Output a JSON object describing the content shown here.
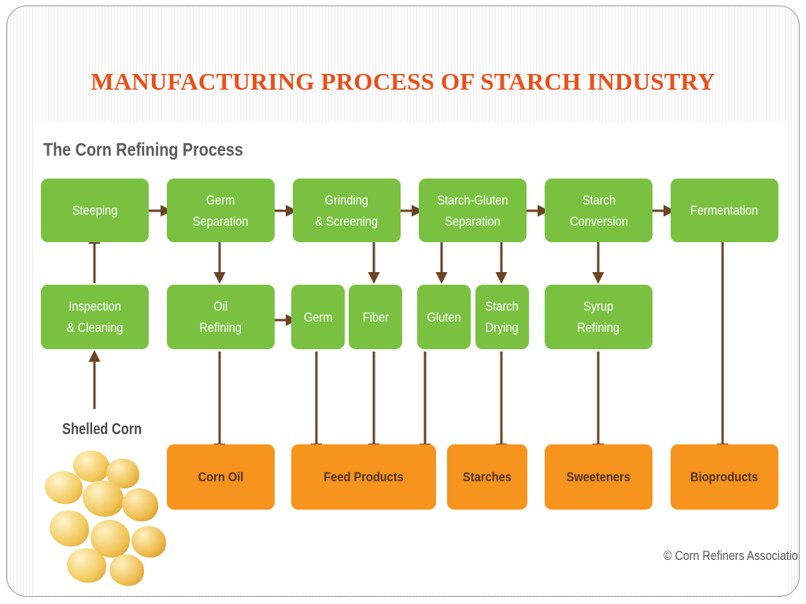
{
  "slide_title": "MANUFACTURING PROCESS OF STARCH INDUSTRY",
  "diagram": {
    "title": "The Corn Refining Process",
    "boxes": {
      "steeping": "Steeping",
      "germ_separation": "Germ\nSeparation",
      "grinding_screening": "Grinding\n& Screening",
      "starch_gluten_separation": "Starch-Gluten\nSeparation",
      "starch_conversion": "Starch\nConversion",
      "fermentation": "Fermentation",
      "inspection_cleaning": "Inspection\n& Cleaning",
      "oil_refining": "Oil\nRefining",
      "germ": "Germ",
      "fiber": "Fiber",
      "gluten": "Gluten",
      "starch_drying": "Starch\nDrying",
      "syrup_refining": "Syrup\nRefining",
      "corn_oil": "Corn Oil",
      "feed_products": "Feed Products",
      "starches": "Starches",
      "sweeteners": "Sweeteners",
      "bioproducts": "Bioproducts"
    },
    "input_label": "Shelled Corn",
    "credit": "© Corn Refiners Association",
    "colors": {
      "process_box": "#7ac142",
      "product_box": "#f7941d",
      "arrow": "#6b4426",
      "title": "#e8501a"
    }
  }
}
